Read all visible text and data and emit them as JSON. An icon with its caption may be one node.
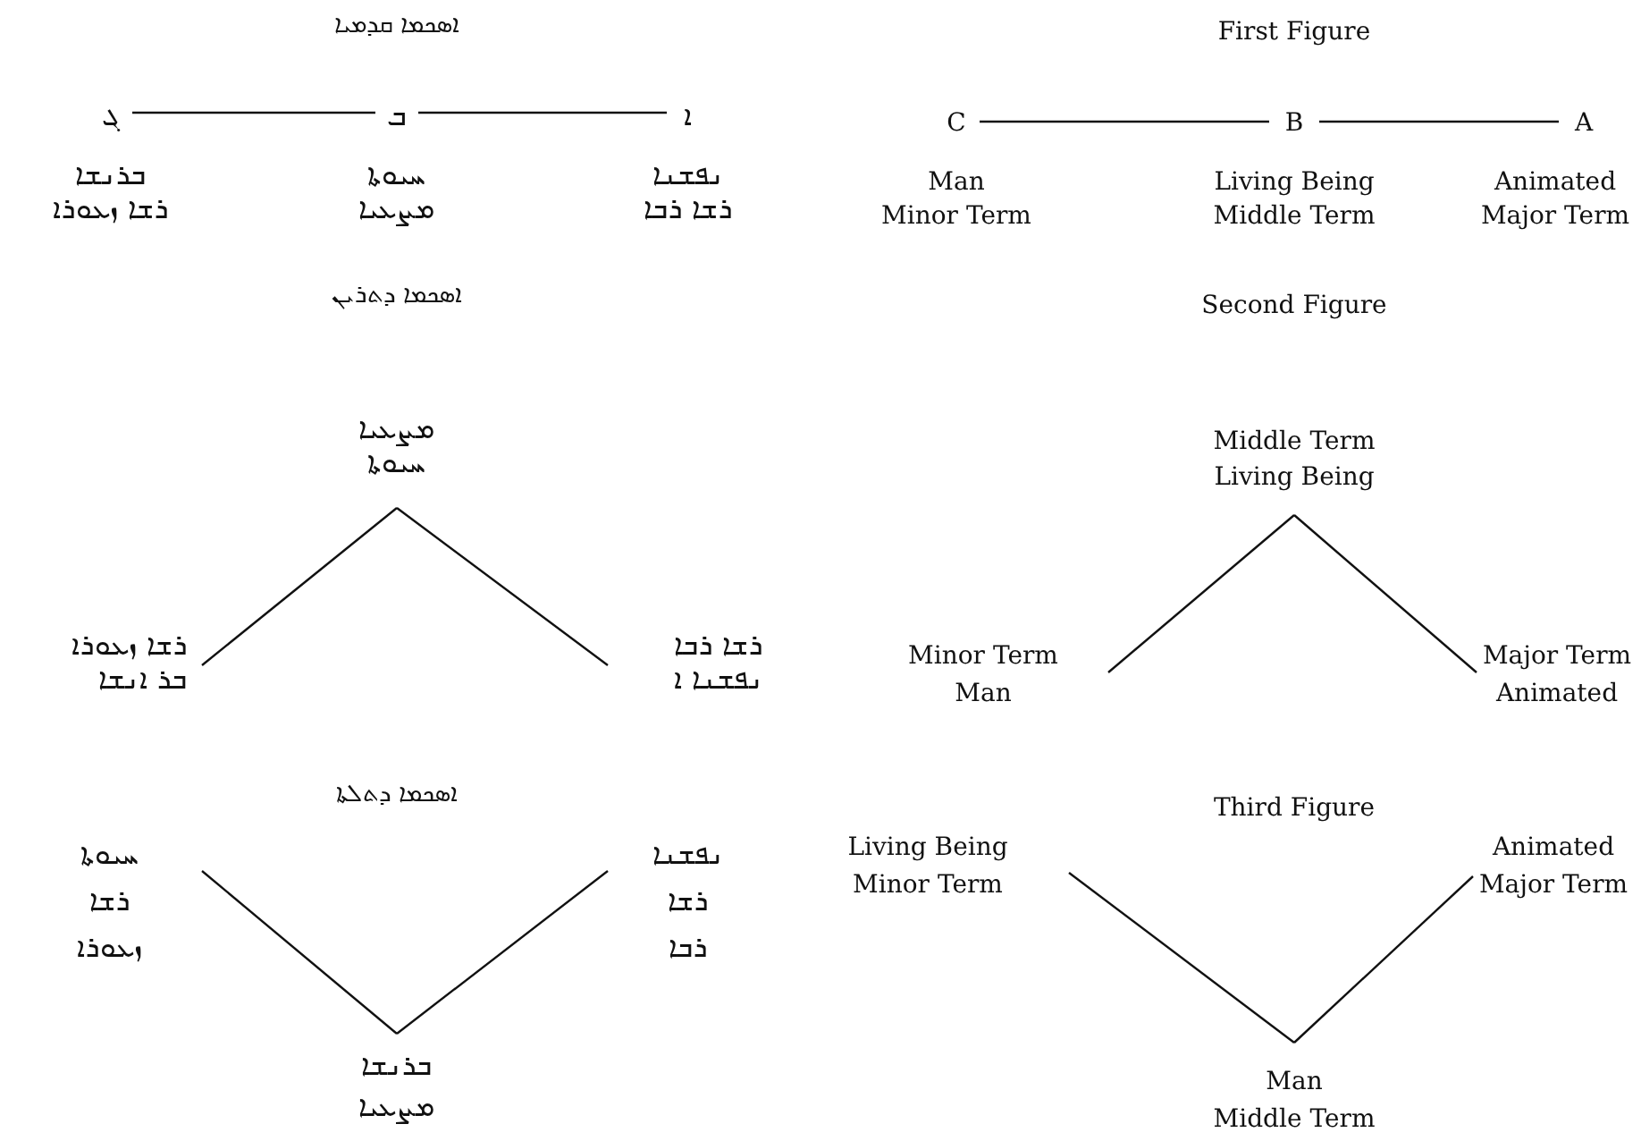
{
  "diagram": {
    "nodes": [
      {
        "text": [
          "ܓ"
        ],
        "beside": [
          "ܒܪܢܫܐ",
          "ܪܫܐ ܙܥܘܪܐ"
        ]
      },
      {
        "text": [
          "ܒ"
        ],
        "beside": [
          "ܚܝܘܬܐ",
          "ܡܨܥܝܐ"
        ]
      },
      {
        "text": [
          "ܐ"
        ],
        "beside": [
          "ܢܦܫܢܐ",
          "ܪܫܐ ܪܒܐ"
        ]
      },
      {
        "text": [
          "C"
        ],
        "beside": [
          "Man",
          "Minor Term"
        ]
      },
      {
        "text": [
          "B"
        ],
        "beside": [
          "Living Being",
          "Middle Term"
        ]
      },
      {
        "text": [
          "A"
        ],
        "beside": [
          "Animated",
          "Major Term"
        ]
      },
      {
        "text": [
          "ܡܨܥܝܐ",
          "ܚܝܘܬܐ"
        ]
      },
      {
        "text": [
          "ܪܫܐ ܙܥܘܪܐ",
          "ܒܪ ܐܢܫܐ"
        ]
      },
      {
        "text": [
          "ܪܫܐ ܪܒܐ",
          "ܢܦܫܢܐ ܐ"
        ]
      },
      {
        "text": [
          "Middle Term",
          "Living Being"
        ]
      },
      {
        "text": [
          "Minor Term",
          "Man"
        ]
      },
      {
        "text": [
          "Major Term",
          "Animated"
        ]
      },
      {
        "text": [
          "ܚܝܘܬܐ",
          "ܪܫܐ",
          "ܙܥܘܪܐ"
        ]
      },
      {
        "text": [
          "ܢܦܫܢܐ",
          "ܪܫܐ",
          "ܪܒܐ"
        ]
      },
      {
        "text": [
          "ܒܪܢܫܐ",
          "ܡܨܥܝܐ"
        ]
      },
      {
        "text": [
          "Living Being",
          "Minor Term"
        ]
      },
      {
        "text": [
          "Animated",
          "Major Term"
        ]
      },
      {
        "text": [
          "Man",
          "Middle Term"
        ]
      }
    ],
    "edges": [
      {
        "from": 0,
        "to": 1,
        "arrow": "none"
      },
      {
        "from": 1,
        "to": 2,
        "arrow": "none"
      },
      {
        "from": 3,
        "to": 4,
        "arrow": "none"
      },
      {
        "from": 4,
        "to": 5,
        "arrow": "none"
      },
      {
        "from": 6,
        "to": 7,
        "arrow": "none"
      },
      {
        "from": 6,
        "to": 8,
        "arrow": "none"
      },
      {
        "from": 9,
        "to": 10,
        "arrow": "none"
      },
      {
        "from": 9,
        "to": 11,
        "arrow": "none"
      },
      {
        "from": 12,
        "to": 14,
        "arrow": "none"
      },
      {
        "from": 13,
        "to": 14,
        "arrow": "none"
      },
      {
        "from": 15,
        "to": 17,
        "arrow": "none"
      },
      {
        "from": 16,
        "to": 17,
        "arrow": "none"
      }
    ],
    "labels": [
      "ܐܣܟܡܐ ܩܕܡܝܐ",
      "First Figure",
      "ܐܣܟܡܐ ܕܬܪܝܢ",
      "Second Figure",
      "ܐܣܟܡܐ ܕܬܠܬܐ",
      "Third Figure"
    ]
  }
}
